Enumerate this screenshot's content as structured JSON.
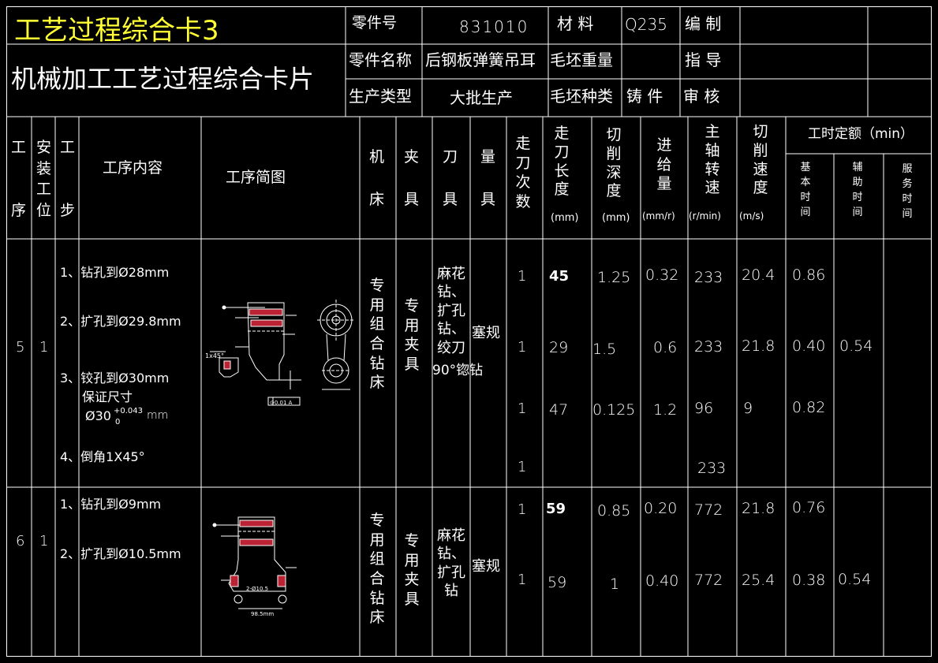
{
  "header": {
    "title_main": "工艺过程综合卡3",
    "title_sub": "机械加工工艺过程综合卡片",
    "part_no_label": "零件号",
    "part_no": "831010",
    "material_label": "材 料",
    "material": "Q235",
    "compile_label": "编 制",
    "part_name_label": "零件名称",
    "part_name": "后钢板弹簧吊耳",
    "blank_weight_label": "毛坯重量",
    "guide_label": "指 导",
    "prod_type_label": "生产类型",
    "prod_type": "大批生产",
    "blank_type_label": "毛坯种类",
    "blank_type": "铸 件",
    "review_label": "审 核"
  },
  "columns": {
    "seq": [
      "工",
      "序"
    ],
    "station": "安装工位",
    "step": [
      "工",
      "步"
    ],
    "content": "工序内容",
    "sketch": "工序简图",
    "machine": [
      "机",
      "床"
    ],
    "fixture": [
      "夹",
      "具"
    ],
    "tool": [
      "刀",
      "具"
    ],
    "gauge": [
      "量",
      "具"
    ],
    "passes": "走刀次数",
    "length": "走刀长度",
    "length_unit": "(mm)",
    "depth": "切削深度",
    "depth_unit": "(mm)",
    "feed": "进给量",
    "feed_unit": "(mm/r)",
    "spindle": "主轴转速",
    "spindle_unit": "(r/min)",
    "speed": "切削速度",
    "speed_unit": "(m/s)",
    "time_title": "工时定额（min）",
    "time_basic": "基本时间",
    "time_aux": "辅助时间",
    "time_service": "服务时间"
  },
  "op5": {
    "seq": "5",
    "station": "1",
    "steps": [
      "1、钻孔到Ø28mm",
      "2、扩孔到Ø29.8mm",
      "3、铰孔到Ø30mm",
      "4、倒角1X45°"
    ],
    "step3_extra": "保证尺寸",
    "tol_base": "Ø30",
    "tol_upper": "+0.043",
    "tol_lower": "0",
    "tol_unit": "mm",
    "machine": "专用组合钻床",
    "fixture": "专用夹具",
    "tool": "麻花钻、扩孔钻、绞刀",
    "tool_extra": "90°锪钻",
    "gauge": "塞规",
    "passes": [
      "1",
      "1",
      "1",
      "1"
    ],
    "length": [
      "45",
      "29",
      "47"
    ],
    "depth": [
      "1.25",
      "1.5",
      "0.125"
    ],
    "feed": [
      "0.32",
      "0.6",
      "1.2"
    ],
    "spindle": [
      "233",
      "233",
      "96",
      "233"
    ],
    "speed": [
      "20.4",
      "21.8",
      "9"
    ],
    "time_basic": [
      "0.86",
      "0.40",
      "0.82"
    ],
    "time_aux": "0.54"
  },
  "op6": {
    "seq": "6",
    "station": "1",
    "steps": [
      "1、钻孔到Ø9mm",
      "2、扩孔到Ø10.5mm"
    ],
    "machine": "专用组合钻床",
    "fixture": "专用夹具",
    "tool": "麻花钻、扩孔钻",
    "gauge": "塞规",
    "passes": [
      "1",
      "1"
    ],
    "length": [
      "59",
      "59"
    ],
    "depth": [
      "0.85",
      "1"
    ],
    "feed": [
      "0.20",
      "0.40"
    ],
    "spindle": [
      "772",
      "772"
    ],
    "speed": [
      "21.8",
      "25.4"
    ],
    "time_basic": [
      "0.76",
      "0.38"
    ],
    "time_aux": "0.54"
  },
  "sketch_labels": {
    "chamfer": "1x45°",
    "gdt": "⊙0.01 A",
    "dim_a": "2-Ø10.5",
    "dim_b": "98.5mm"
  }
}
